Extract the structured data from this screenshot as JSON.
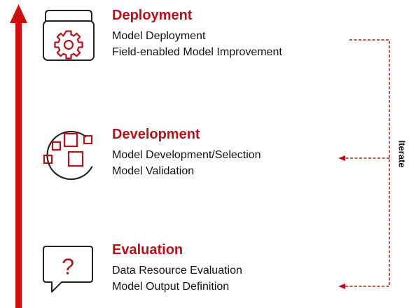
{
  "colors": {
    "accent": "#b5121b",
    "arrow": "#cc1010",
    "icon_dark": "#222222",
    "text": "#111111"
  },
  "stages": [
    {
      "title": "Deployment",
      "lines": [
        "Model Deployment",
        "Field-enabled Model Improvement"
      ],
      "icon": "gear-window-icon"
    },
    {
      "title": "Development",
      "lines": [
        "Model Development/Selection",
        "Model Validation"
      ],
      "icon": "squares-cluster-icon"
    },
    {
      "title": "Evaluation",
      "lines": [
        "Data Resource Evaluation",
        "Model Output Definition"
      ],
      "icon": "question-bubble-icon"
    }
  ],
  "iterate_label": "Iterate"
}
